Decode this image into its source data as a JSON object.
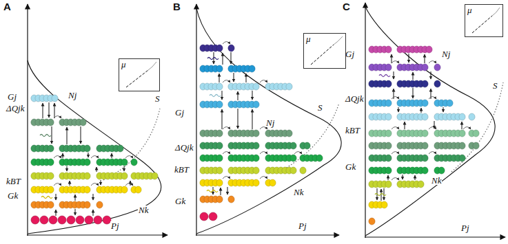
{
  "diagram": {
    "nodes": [
      {
        "text": [
          "μ"
        ]
      },
      {
        "text": [
          "μ"
        ]
      },
      {
        "text": [
          "μ"
        ]
      }
    ],
    "labels": [
      "A",
      "Gj",
      "Nj",
      "ΔQjk",
      "kBT",
      "Gk",
      "Nk",
      "Pj",
      "S",
      "B",
      "Gj",
      "Nj",
      "ΔQjk",
      "kBT",
      "Gk",
      "Nk",
      "Pj",
      "S",
      "C",
      "Gj",
      "Nj",
      "ΔQjk",
      "kBT",
      "Gk",
      "Nk",
      "Pj",
      "S"
    ]
  }
}
